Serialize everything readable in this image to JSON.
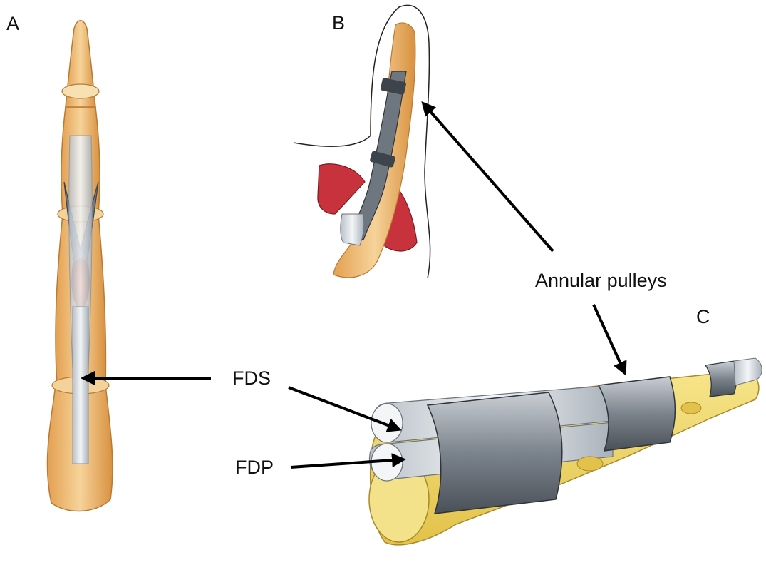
{
  "panels": {
    "a": "A",
    "b": "B",
    "c": "C"
  },
  "labels": {
    "annular_pulleys": "Annular pulleys",
    "fds": "FDS",
    "fdp": "FDP"
  },
  "colors": {
    "bone": "#e8a85a",
    "bone_light": "#f4cf8f",
    "bone_yellow": "#f0dc6a",
    "tendon": "#e9ecef",
    "tendon_shadow": "#9aa2ab",
    "pulley": "#6e7680",
    "pulley_dark": "#3e444b",
    "muscle": "#c8323c",
    "arrow": "#000000"
  }
}
